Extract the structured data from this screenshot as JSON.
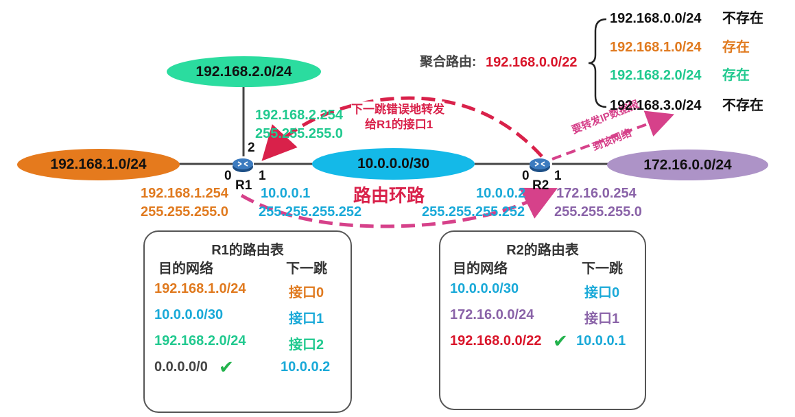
{
  "colors": {
    "orange": "#e07a1f",
    "teal": "#21c98f",
    "cyan": "#19a9d8",
    "purple": "#8a63a8",
    "red": "#d9152a",
    "dashed_arrow": "#d9214a",
    "dashed_arrow_pink": "#d6418a",
    "check_green": "#22b24c",
    "gray": "#444444"
  },
  "networks": {
    "top": "192.168.2.0/24",
    "left": "192.168.1.0/24",
    "middle": "10.0.0.0/30",
    "right": "172.16.0.0/24"
  },
  "routers": {
    "r1": {
      "name": "R1",
      "if0": "0",
      "if1": "1",
      "if2": "2",
      "icon": "router-icon"
    },
    "r2": {
      "name": "R2",
      "if0": "0",
      "if1": "1",
      "icon": "router-icon"
    }
  },
  "interfaces": {
    "r1_if2": {
      "ip": "192.168.2.254",
      "mask": "255.255.255.0"
    },
    "r1_if0": {
      "ip": "192.168.1.254",
      "mask": "255.255.255.0"
    },
    "r1_if1": {
      "ip": "10.0.0.1",
      "mask": "255.255.255.252"
    },
    "r2_if0": {
      "ip": "10.0.0.2",
      "mask": "255.255.255.252"
    },
    "r2_if1": {
      "ip": "172.16.0.254",
      "mask": "255.255.255.0"
    }
  },
  "annotations": {
    "wrong_forward_line1": "下一跳错误地转发",
    "wrong_forward_line2": "给R1的接口1",
    "routing_loop": "路由环路",
    "forward_ip_line1": "要转发IP数据报",
    "forward_ip_line2": "到该网络"
  },
  "aggregate": {
    "label": "聚合路由:",
    "route": "192.168.0.0/22",
    "subnets": [
      {
        "net": "192.168.0.0/24",
        "status": "不存在",
        "color": "#111111"
      },
      {
        "net": "192.168.1.0/24",
        "status": "存在",
        "color": "#e07a1f"
      },
      {
        "net": "192.168.2.0/24",
        "status": "存在",
        "color": "#21c98f"
      },
      {
        "net": "192.168.3.0/24",
        "status": "不存在",
        "color": "#111111"
      }
    ]
  },
  "r1_table": {
    "title": "R1的路由表",
    "col_dest": "目的网络",
    "col_next": "下一跳",
    "rows": [
      {
        "dest": "192.168.1.0/24",
        "next": "接口0",
        "dest_color": "#e07a1f",
        "next_color": "#e07a1f",
        "checked": false
      },
      {
        "dest": "10.0.0.0/30",
        "next": "接口1",
        "dest_color": "#19a9d8",
        "next_color": "#19a9d8",
        "checked": false
      },
      {
        "dest": "192.168.2.0/24",
        "next": "接口2",
        "dest_color": "#21c98f",
        "next_color": "#21c98f",
        "checked": false
      },
      {
        "dest": "0.0.0.0/0",
        "next": "10.0.0.2",
        "dest_color": "#444444",
        "next_color": "#19a9d8",
        "checked": true
      }
    ]
  },
  "r2_table": {
    "title": "R2的路由表",
    "col_dest": "目的网络",
    "col_next": "下一跳",
    "rows": [
      {
        "dest": "10.0.0.0/30",
        "next": "接口0",
        "dest_color": "#19a9d8",
        "next_color": "#19a9d8",
        "checked": false
      },
      {
        "dest": "172.16.0.0/24",
        "next": "接口1",
        "dest_color": "#8a63a8",
        "next_color": "#8a63a8",
        "checked": false
      },
      {
        "dest": "192.168.0.0/22",
        "next": "10.0.0.1",
        "dest_color": "#d9152a",
        "next_color": "#19a9d8",
        "checked": true
      }
    ]
  },
  "check_mark": "✔"
}
